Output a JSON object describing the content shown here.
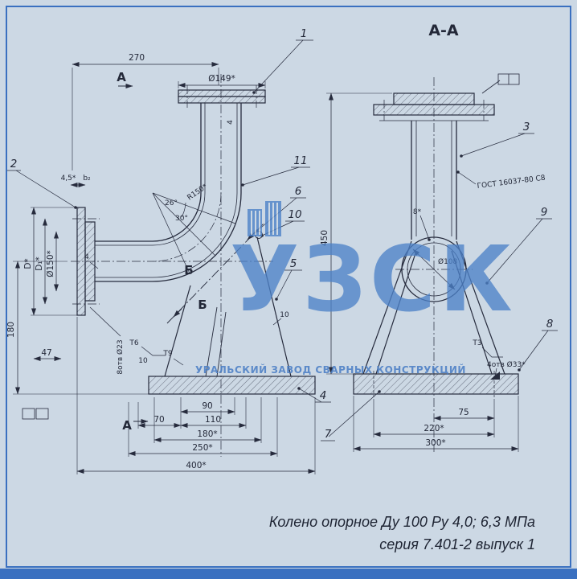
{
  "colors": {
    "accent_blue": "#3a70c0",
    "paper": "#ccd8e4",
    "ink": "#262b3d",
    "watermark_blue": "#4d82c8"
  },
  "watermark": {
    "logo": "УЗСК",
    "company": "УРАЛЬСКИЙ ЗАВОД СВАРНЫХ КОНСТРУКЦИЙ"
  },
  "caption": {
    "line1": "Колено опорное Ду 100 Ру 4,0; 6,3 МПа",
    "line2": "серия 7.401-2 выпуск 1"
  },
  "labels": {
    "section_title": "А-А",
    "view_arrow": "А"
  },
  "parts": {
    "p1": "1",
    "p2": "2",
    "p3": "3",
    "p4": "4",
    "p5": "5",
    "p6": "6",
    "p7": "7",
    "p8": "8",
    "p9": "9",
    "p10": "10",
    "p11": "11"
  },
  "front": {
    "w270": "270",
    "dia149": "Ø149*",
    "t45": "4,5*",
    "b2": "b₂",
    "dD": "D*",
    "dD1": "D₁*",
    "dia150": "Ø150*",
    "h180": "180",
    "d47": "47",
    "weld4": "4",
    "wall4": "4",
    "r150": "R150*",
    "ang26": "26°",
    "ang30": "30°",
    "secB": "Б",
    "t6": "Т6",
    "t9": "Т9",
    "holes8": "8отв Ø23",
    "d10": "10",
    "w90": "90",
    "w70": "70",
    "w110": "110",
    "w180": "180*",
    "w250": "250*",
    "w400": "400*"
  },
  "section": {
    "h450": "450",
    "gost": "ГОСТ 16037-80 С8",
    "dia108": "Ø108",
    "wall8": "8*",
    "t3": "Т3",
    "holes4": "4отв Ø33*",
    "w75": "75",
    "w220": "220*",
    "w300": "300*"
  }
}
